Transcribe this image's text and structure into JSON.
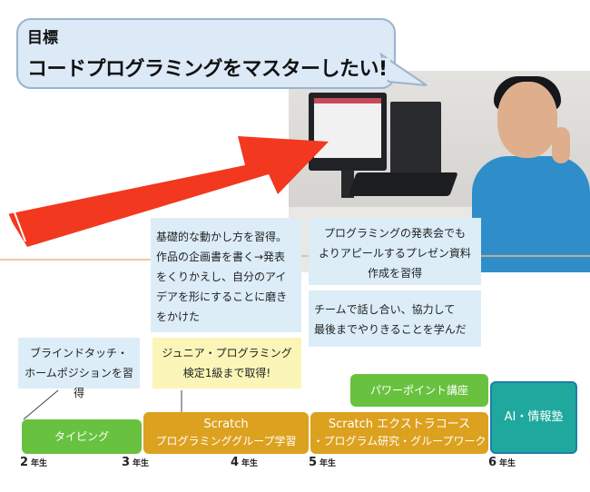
{
  "bubble": {
    "title": "目標",
    "text": "コードプログラミングをマスターしたい!"
  },
  "notes": {
    "n1": [
      "基礎的な動かし方を習得。",
      "作品の企画書を書く→発表",
      "をくりかえし、自分のアイ",
      "デアを形にすることに磨き",
      "をかけた"
    ],
    "n2": [
      "プログラミングの発表会でも",
      "よりアピールするプレゼン資料",
      "作成を習得"
    ],
    "n3": [
      "チームで話し合い、協力して",
      "最後までやりきることを学んだ"
    ],
    "n4": [
      "ブラインドタッチ・",
      "ホームポジションを習得"
    ],
    "n5": [
      "ジュニア・プログラミング",
      "検定1級まで取得!"
    ]
  },
  "bars": {
    "typing": "タイピング",
    "scratch_line1": "Scratch",
    "scratch_line2": "プログラミンググループ学習",
    "powerpoint": "パワーポイント講座",
    "extra_line1": "Scratch エクストラコース",
    "extra_line2": "・プログラム研究・グループワーク",
    "ai": "AI・情報塾"
  },
  "grades": [
    {
      "num": "2",
      "unit": "年生"
    },
    {
      "num": "3",
      "unit": "年生"
    },
    {
      "num": "4",
      "unit": "年生"
    },
    {
      "num": "5",
      "unit": "年生"
    },
    {
      "num": "6",
      "unit": "年生"
    }
  ],
  "colors": {
    "arrow": "#f2381e",
    "bubble_bg": "#dce9f6",
    "note_blue": "#dcedf8",
    "note_yellow": "#fbf6b8",
    "bar_green": "#68c23f",
    "bar_orange": "#dca11f",
    "bar_teal": "#1fa99e",
    "bracket": "#f1b382"
  }
}
